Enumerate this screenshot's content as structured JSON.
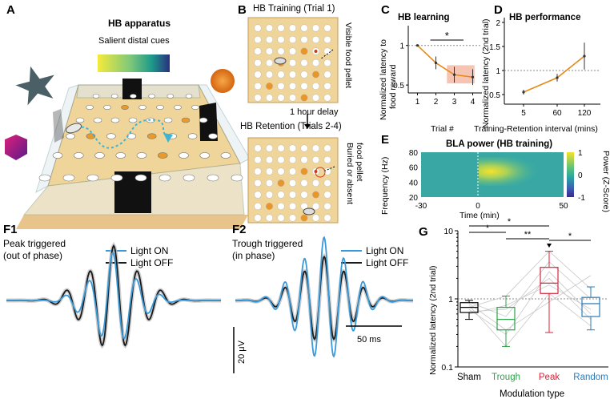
{
  "panels": {
    "a": {
      "label": "A",
      "title": "HB apparatus",
      "cues_label": "Salient distal cues"
    },
    "b": {
      "label": "B",
      "training_title": "HB Training (Trial 1)",
      "visible_pellet": "Visible food pellet",
      "delay": "1 hour delay",
      "retention_title": "HB Retention (Trials 2-4)",
      "buried_pellet_1": "Buried or absent",
      "buried_pellet_2": "food pellet"
    },
    "c": {
      "label": "C",
      "title": "HB learning",
      "ylabel_1": "Normalized latency to",
      "ylabel_2": "food reward",
      "xlabel": "Trial #",
      "star": "*"
    },
    "d": {
      "label": "D",
      "title": "HB performance",
      "ylabel": "Normalized latency (2nd trial)",
      "xlabel": "Training-Retention interval (mins)"
    },
    "e": {
      "label": "E",
      "title": "BLA power (HB training)",
      "ylabel": "Frequency (Hz)",
      "xlabel": "Time (min)",
      "cbar_label": "Power (Z-Score)"
    },
    "f1": {
      "label": "F1",
      "line1": "Peak triggered",
      "line2": "(out of phase)",
      "legend_on": "Light ON",
      "legend_off": "Light OFF"
    },
    "f2": {
      "label": "F2",
      "line1": "Trough triggered",
      "line2": "(in phase)",
      "legend_on": "Light ON",
      "legend_off": "Light OFF",
      "scale_v": "20 μV",
      "scale_t": "50 ms"
    },
    "g": {
      "label": "G",
      "ylabel": "Normalized latency (2nd trial)",
      "xlabel": "Modulation type",
      "sig": [
        "*",
        "*",
        "**",
        "*"
      ]
    }
  },
  "colors": {
    "light_on": "#3a9ad9",
    "light_off": "#1a1a1a",
    "sham": "#000000",
    "trough": "#2ca24a",
    "peak": "#d7263d",
    "random": "#2b7bba",
    "orange": "#e68a1a"
  },
  "chart_data": [
    {
      "id": "C",
      "type": "line",
      "title": "HB learning",
      "xlabel": "Trial #",
      "ylabel": "Normalized latency to food reward",
      "x": [
        1,
        2,
        3,
        4
      ],
      "ticks_x": [
        "1",
        "2",
        "3",
        "4"
      ],
      "ticks_y": [
        "0.5",
        "1"
      ],
      "ylim": [
        0.4,
        1.25
      ],
      "series": [
        {
          "values": [
            1.0,
            0.78,
            0.63,
            0.6
          ],
          "err": [
            0,
            0.08,
            0.1,
            0.1
          ]
        }
      ]
    },
    {
      "id": "D",
      "type": "line",
      "title": "HB performance",
      "xlabel": "Training-Retention interval (mins)",
      "ylabel": "Normalized latency (2nd trial)",
      "x": [
        5,
        60,
        120
      ],
      "ticks_x": [
        "5",
        "60",
        "120"
      ],
      "ticks_y": [
        "0.5",
        "1",
        "1.5",
        "2"
      ],
      "ylim": [
        0.3,
        2.1
      ],
      "series": [
        {
          "values": [
            0.55,
            0.85,
            1.3
          ],
          "err": [
            0.05,
            0.08,
            0.28
          ]
        }
      ]
    },
    {
      "id": "E",
      "type": "heatmap",
      "title": "BLA power (HB training)",
      "xlabel": "Time (min)",
      "ylabel": "Frequency (Hz)",
      "ticks_x": [
        "-30",
        "0",
        "50"
      ],
      "ticks_y": [
        "20",
        "40",
        "60",
        "80"
      ],
      "colorbar_ticks": [
        "1",
        "0",
        "-1"
      ]
    },
    {
      "id": "G",
      "type": "box",
      "xlabel": "Modulation type",
      "ylabel": "Normalized latency (2nd trial)",
      "categories": [
        "Sham",
        "Trough",
        "Peak",
        "Random"
      ],
      "ticks_y": [
        "0.1",
        "1",
        "10"
      ],
      "ylim": [
        0.1,
        10
      ],
      "scale": "log",
      "boxes": [
        {
          "min": 0.5,
          "q1": 0.63,
          "median": 0.75,
          "q3": 0.88,
          "max": 0.95
        },
        {
          "min": 0.2,
          "q1": 0.35,
          "median": 0.5,
          "q3": 0.75,
          "max": 1.1
        },
        {
          "min": 0.32,
          "q1": 1.2,
          "median": 1.7,
          "q3": 2.9,
          "max": 5.0
        },
        {
          "min": 0.35,
          "q1": 0.55,
          "median": 0.85,
          "q3": 1.05,
          "max": 1.5
        }
      ]
    }
  ]
}
